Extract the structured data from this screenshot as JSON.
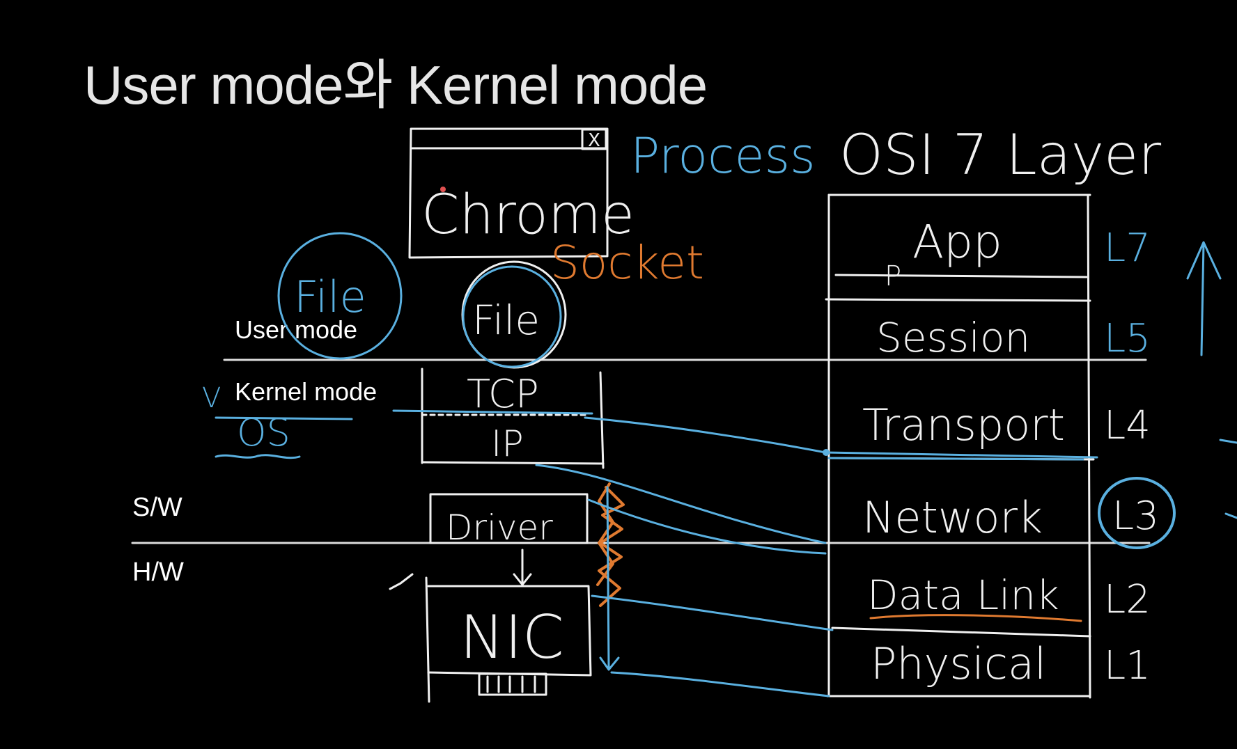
{
  "title": "User mode와 Kernel mode",
  "mode_labels": {
    "user_mode": "User mode",
    "kernel_mode": "Kernel mode",
    "software": "S/W",
    "hardware": "H/W"
  },
  "handwritten": {
    "process": "Process",
    "chrome": "Chrome",
    "close_x": "X",
    "socket": "Socket",
    "file_user": "File",
    "file_socket": "File",
    "os": "OS",
    "check_mark": "V",
    "tcp": "TCP",
    "ip": "IP",
    "driver": "Driver",
    "nic": "NIC",
    "osi_title": "OSI 7 Layer",
    "p_marker": "P"
  },
  "osi_layers": [
    {
      "name": "App",
      "level": "L7"
    },
    {
      "name": "Session",
      "level": "L5"
    },
    {
      "name": "Transport",
      "level": "L4"
    },
    {
      "name": "Network",
      "level": "L3"
    },
    {
      "name": "Data Link",
      "level": "L2"
    },
    {
      "name": "Physical",
      "level": "L1"
    }
  ],
  "colors": {
    "background": "#000000",
    "chalk_white": "#f0f0f0",
    "blue": "#5ab0e0",
    "orange": "#e07a30"
  }
}
